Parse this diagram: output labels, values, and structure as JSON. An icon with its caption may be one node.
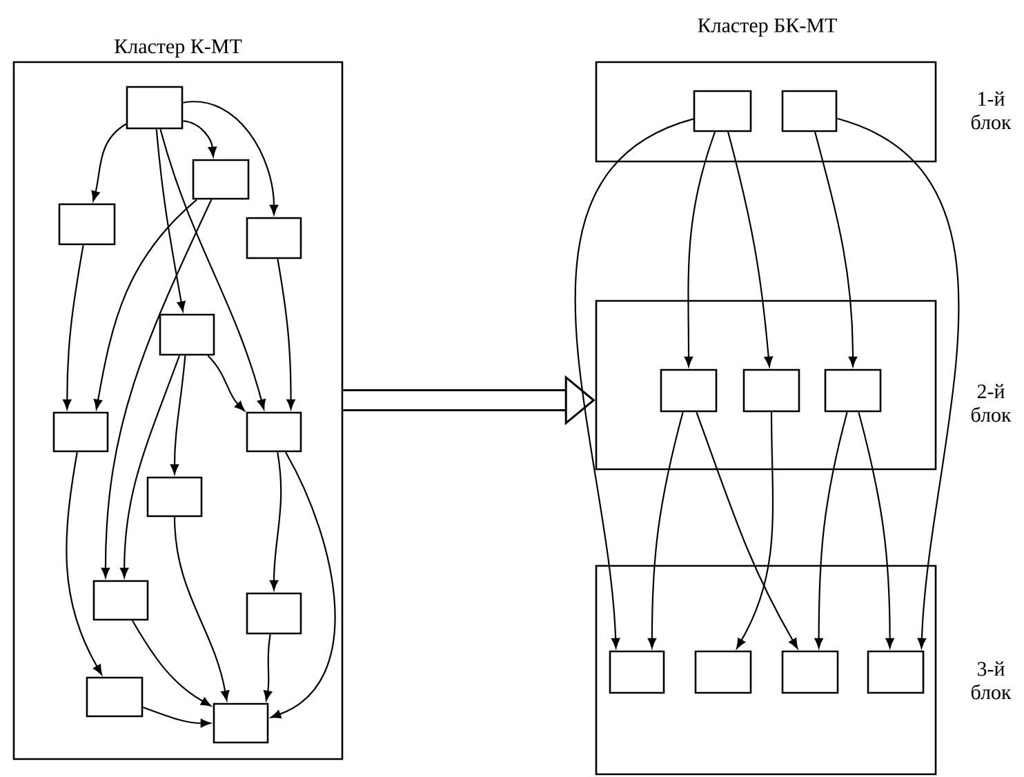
{
  "diagram": {
    "nodes": [
      {
        "text": [
          "Кластер К-МТ"
        ]
      },
      {
        "text": [],
        "shape": "box",
        "in": 0
      },
      {
        "text": [],
        "shape": "box",
        "in": 0
      },
      {
        "text": [],
        "shape": "box",
        "in": 0
      },
      {
        "text": [],
        "shape": "box",
        "in": 0
      },
      {
        "text": [],
        "shape": "box",
        "in": 0
      },
      {
        "text": [],
        "shape": "box",
        "in": 0
      },
      {
        "text": [],
        "shape": "box",
        "in": 0
      },
      {
        "text": [],
        "shape": "box",
        "in": 0
      },
      {
        "text": [],
        "shape": "box",
        "in": 0
      },
      {
        "text": [],
        "shape": "box",
        "in": 0
      },
      {
        "text": [],
        "shape": "box",
        "in": 0
      },
      {
        "text": [],
        "shape": "box",
        "in": 0
      },
      {
        "text": [],
        "shape": "box",
        "beside": [
          "1-й блок"
        ]
      },
      {
        "text": [],
        "shape": "box",
        "in": 13
      },
      {
        "text": [],
        "shape": "box",
        "in": 13
      },
      {
        "text": [],
        "shape": "box",
        "beside": [
          "2-й блок"
        ]
      },
      {
        "text": [],
        "shape": "box",
        "in": 16
      },
      {
        "text": [],
        "shape": "box",
        "in": 16
      },
      {
        "text": [],
        "shape": "box",
        "in": 16
      },
      {
        "text": [],
        "shape": "box",
        "beside": [
          "3-й блок"
        ]
      },
      {
        "text": [],
        "shape": "box",
        "in": 20
      },
      {
        "text": [],
        "shape": "box",
        "in": 20
      },
      {
        "text": [],
        "shape": "box",
        "in": 20
      },
      {
        "text": [],
        "shape": "box",
        "in": 20
      }
    ],
    "edges": [
      {
        "from": 1,
        "to": 3,
        "arrow": "to"
      },
      {
        "from": 1,
        "to": 2,
        "arrow": "to"
      },
      {
        "from": 1,
        "to": 4,
        "arrow": "to"
      },
      {
        "from": 1,
        "to": 5,
        "arrow": "to"
      },
      {
        "from": 1,
        "to": 7,
        "arrow": "to"
      },
      {
        "from": 2,
        "to": 6,
        "arrow": "to"
      },
      {
        "from": 2,
        "to": 9,
        "arrow": "to"
      },
      {
        "from": 3,
        "to": 6,
        "arrow": "to"
      },
      {
        "from": 4,
        "to": 7,
        "arrow": "to"
      },
      {
        "from": 5,
        "to": 9,
        "arrow": "to"
      },
      {
        "from": 5,
        "to": 8,
        "arrow": "to"
      },
      {
        "from": 5,
        "to": 7,
        "arrow": "to"
      },
      {
        "from": 6,
        "to": 11,
        "arrow": "to"
      },
      {
        "from": 7,
        "to": 10,
        "arrow": "to"
      },
      {
        "from": 7,
        "to": 12,
        "arrow": "to"
      },
      {
        "from": 8,
        "to": 12,
        "arrow": "to"
      },
      {
        "from": 9,
        "to": 12,
        "arrow": "to"
      },
      {
        "from": 10,
        "to": 12,
        "arrow": "to"
      },
      {
        "from": 11,
        "to": 12,
        "arrow": "to"
      },
      {
        "from": 14,
        "to": 21,
        "arrow": "to"
      },
      {
        "from": 14,
        "to": 17,
        "arrow": "to"
      },
      {
        "from": 14,
        "to": 18,
        "arrow": "to"
      },
      {
        "from": 15,
        "to": 19,
        "arrow": "to"
      },
      {
        "from": 15,
        "to": 24,
        "arrow": "to"
      },
      {
        "from": 17,
        "to": 21,
        "arrow": "to"
      },
      {
        "from": 17,
        "to": 23,
        "arrow": "to"
      },
      {
        "from": 18,
        "to": 22,
        "arrow": "to"
      },
      {
        "from": 19,
        "to": 23,
        "arrow": "to"
      },
      {
        "from": 19,
        "to": 24,
        "arrow": "to"
      },
      {
        "from": 0,
        "to": 16,
        "arrow": "to",
        "style": "thick"
      }
    ],
    "labels": [
      "Кластер БК-МТ"
    ]
  }
}
